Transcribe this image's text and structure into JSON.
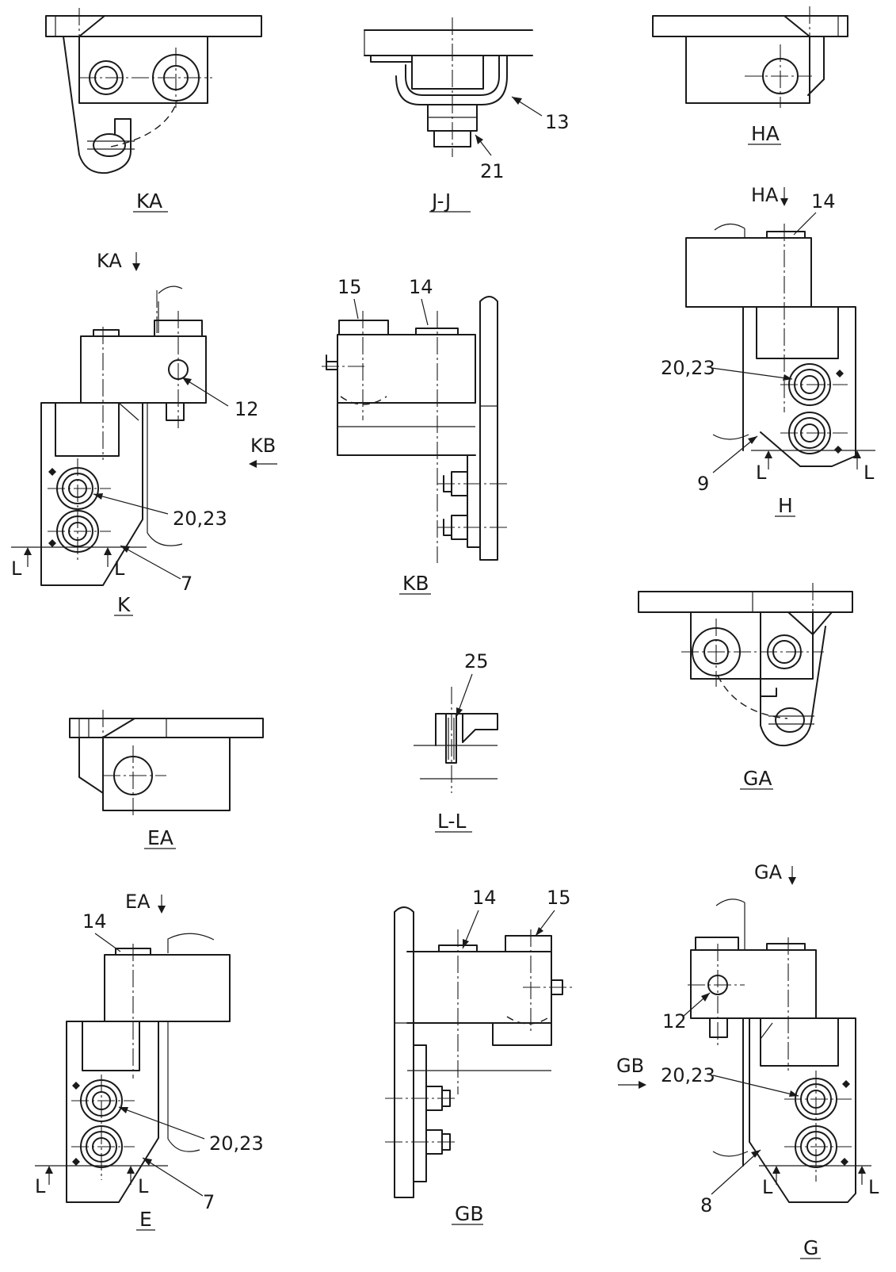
{
  "drawing": {
    "views": {
      "ka": "KA",
      "jj": "J-J",
      "ha": "HA",
      "k": "K",
      "kb": "KB",
      "h": "H",
      "ea": "EA",
      "ll": "L-L",
      "ga": "GA",
      "e": "E",
      "gb": "GB",
      "g": "G"
    },
    "view_arrows": {
      "ka": "KA",
      "ha": "HA",
      "kb": "KB",
      "ea": "EA",
      "ga": "GA",
      "gb": "GB"
    },
    "section_mark": "L",
    "parts": {
      "p7": "7",
      "p8": "8",
      "p9": "9",
      "p12": "12",
      "p13": "13",
      "p14": "14",
      "p15": "15",
      "p21": "21",
      "p25": "25",
      "p20_23": "20,23"
    }
  }
}
